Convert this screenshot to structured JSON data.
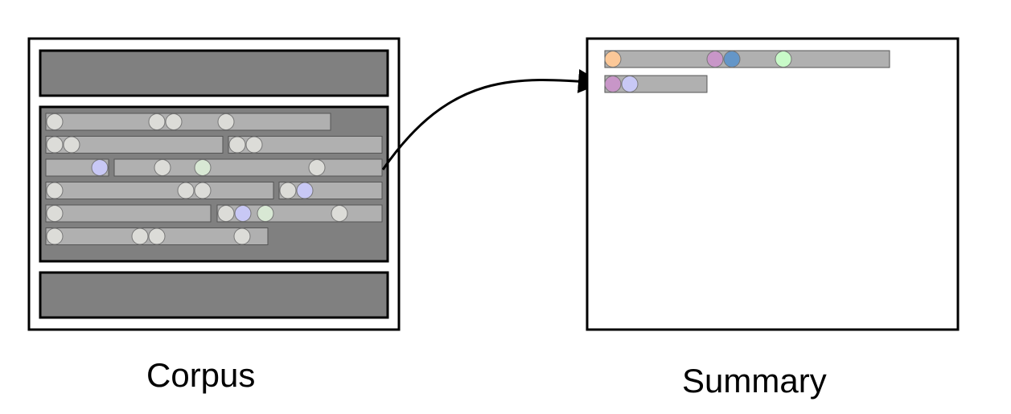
{
  "labels": {
    "corpus": "Corpus",
    "summary": "Summary"
  },
  "colors": {
    "frame": "#000000",
    "block": "#808080",
    "bar": "#b0b0b0",
    "dot_grey": "#dcdcd8",
    "dot_lavender": "#c8c8f5",
    "dot_pale_green": "#d8e8d4",
    "dot_orange": "#fcc898",
    "dot_pink": "#c896c8",
    "dot_blue": "#6496c8",
    "dot_green": "#c8fac8"
  },
  "corpus": {
    "rows": [
      [
        {
          "segment_dots": [
            "grey",
            "grey",
            "grey",
            "grey"
          ]
        }
      ],
      [
        {
          "segment_dots": [
            "grey",
            "grey"
          ]
        },
        {
          "segment_dots": [
            "grey",
            "grey"
          ]
        }
      ],
      [
        {
          "segment_dots": [
            "lavender"
          ]
        },
        {
          "segment_dots": [
            "grey",
            "pale_green",
            "grey"
          ]
        }
      ],
      [
        {
          "segment_dots": [
            "grey",
            "grey",
            "grey"
          ]
        },
        {
          "segment_dots": [
            "grey",
            "lavender"
          ]
        }
      ],
      [
        {
          "segment_dots": [
            "grey"
          ]
        },
        {
          "segment_dots": [
            "grey",
            "lavender",
            "pale_green",
            "grey"
          ]
        }
      ],
      [
        {
          "segment_dots": [
            "grey",
            "grey",
            "grey",
            "grey"
          ]
        }
      ]
    ]
  },
  "summary": {
    "rows": [
      {
        "segment_dots": [
          "orange",
          "pink",
          "blue",
          "green"
        ]
      },
      {
        "segment_dots": [
          "pink",
          "lavender"
        ]
      }
    ]
  }
}
